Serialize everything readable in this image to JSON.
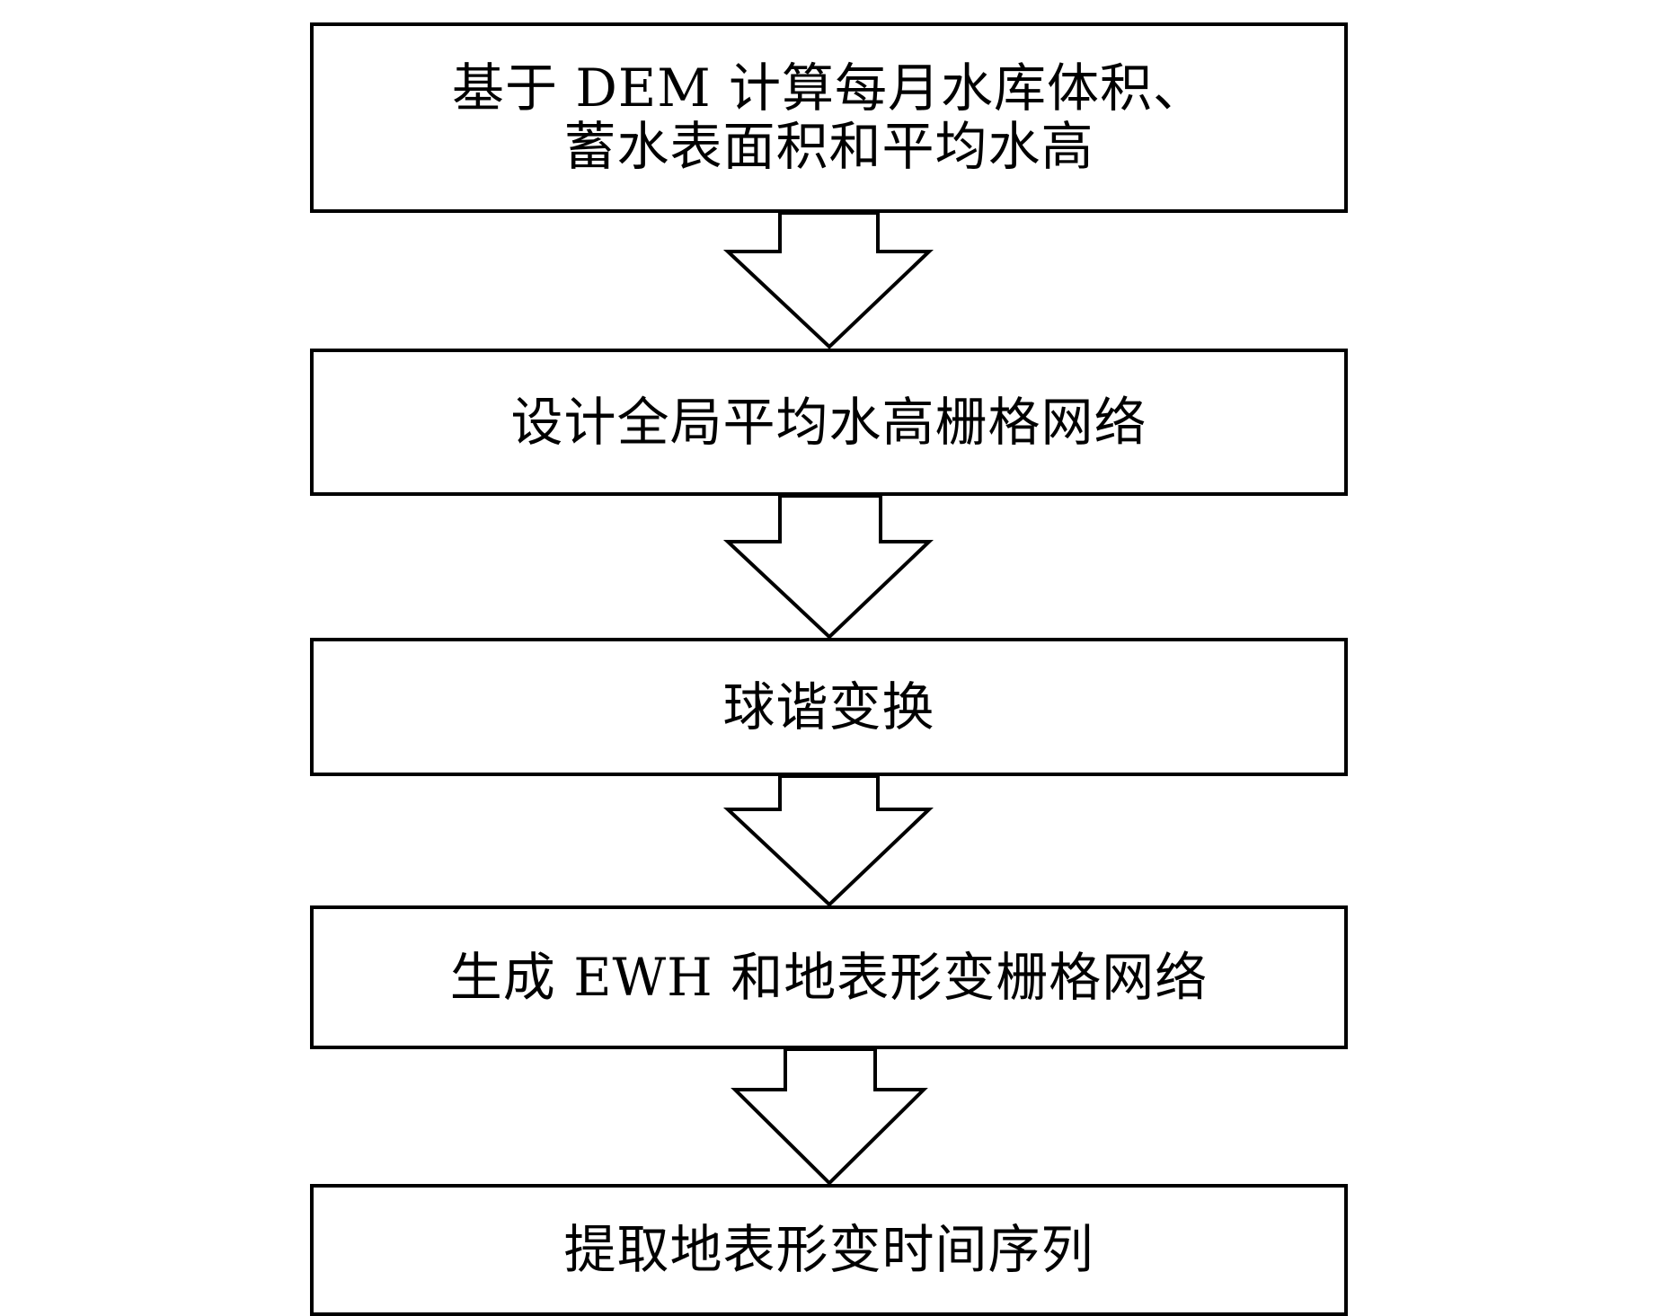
{
  "steps": [
    {
      "text": "基于 DEM 计算每月水库体积、\n蓄水表面积和平均水高"
    },
    {
      "text": "设计全局平均水高栅格网络"
    },
    {
      "text": "球谐变换"
    },
    {
      "text": "生成 EWH 和地表形变栅格网络"
    },
    {
      "text": "提取地表形变时间序列"
    }
  ],
  "colors": {
    "stroke": "#000000",
    "fill": "#ffffff"
  }
}
